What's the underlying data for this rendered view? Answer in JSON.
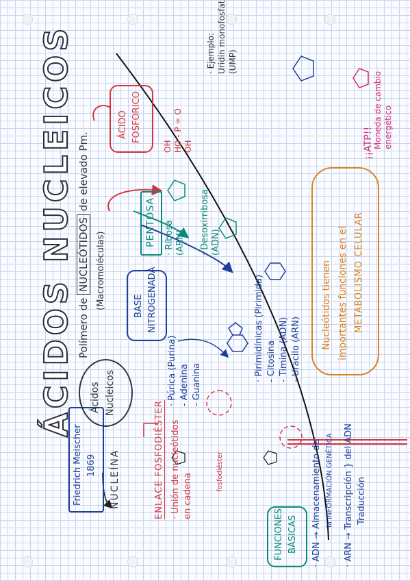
{
  "title": "ÁCIDOS NUCLEICOS",
  "history": {
    "scientist": "Friedrich Meischer",
    "year": "1869",
    "nucleina": "NUCLEÍNA"
  },
  "bubble": {
    "line1": "Ácidos",
    "line2": "Nucleicos"
  },
  "polymer": {
    "prefix": "Polímero de",
    "keyword": "NUCLEÓTIDOS",
    "suffix": "de elevado Pm.",
    "note": "(Macromoléculas)"
  },
  "components": {
    "phosphate": {
      "line1": "ÁCIDO",
      "line2": "FOSFÓRICO",
      "formula": [
        "OH",
        "HO - P = O",
        "OH"
      ]
    },
    "pentose": {
      "label": "PENTOSA",
      "types": [
        "· Ribosa",
        "(ARN)",
        "· Desoxirribosa",
        "(ADN)"
      ]
    },
    "base": {
      "line1": "BASE",
      "line2": "NITROGENADA",
      "purines": [
        "· Púrica (Purina)",
        "- Adenina",
        "- Guanina"
      ],
      "pyrimidines": [
        "· Pirimidínicas (Pirimida)",
        "- Citosina",
        "- Timina (ADN)",
        "- Uracilo (ARN)"
      ]
    }
  },
  "example": {
    "label": "· Ejemplo:",
    "line1": "Uridín monofosfato",
    "line2": "(UMP)"
  },
  "metabolism": {
    "line1": "Nucleótidos tienen",
    "line2": "importantes funciones en el",
    "line3": "METABOLISMO CELULAR"
  },
  "atp": {
    "label": "¡¡ATP!!",
    "note1": "Moneda de cambio",
    "note2": "energético"
  },
  "bond": {
    "heading": "ENLACE FOSFODIÉSTER",
    "line1": "· Unión de nucleótidos",
    "line2": "en cadena",
    "tag": "fosfodiéster"
  },
  "functions": {
    "heading1": "FUNCIONES",
    "heading2": "BÁSICAS",
    "adn": [
      "· ADN → Almacenamiento de",
      "la INFORMACIÓN GENÉTICA"
    ],
    "arn": [
      "· ARN → Transcripción } del ADN",
      "Traducción"
    ]
  },
  "colors": {
    "ink": "#2f3440",
    "blue": "#1d3f97",
    "red": "#d4353d",
    "green": "#0a8a78",
    "orange": "#d9831f",
    "pink": "#d42a78",
    "grid": "#c7d4f0"
  }
}
